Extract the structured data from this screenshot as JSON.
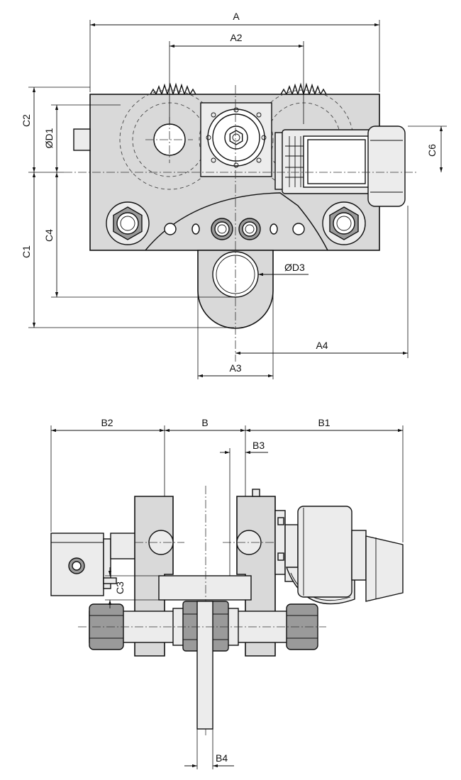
{
  "top_view": {
    "dims": {
      "A": "A",
      "A2": "A2",
      "A3": "A3",
      "A4": "A4",
      "C1": "C1",
      "C2": "C2",
      "C4": "C4",
      "C6": "C6",
      "D1": "ØD1",
      "D3": "ØD3"
    }
  },
  "side_view": {
    "dims": {
      "B": "B",
      "B1": "B1",
      "B2": "B2",
      "B3": "B3",
      "B4": "B4",
      "C3": "C3"
    }
  }
}
